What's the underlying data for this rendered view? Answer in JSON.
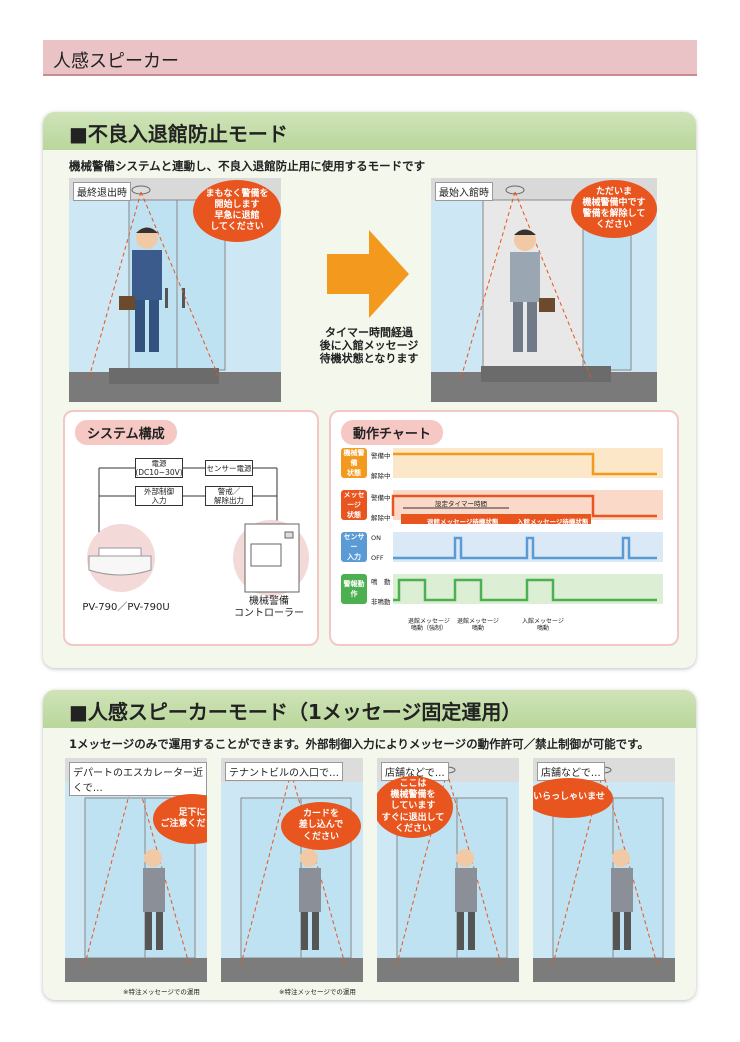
{
  "page_title": "人感スピーカー",
  "section1": {
    "heading": "■不良入退館防止モード",
    "lead": "機械警備システムと連動し、不良入退館防止用に使用するモードです",
    "scene_left": {
      "tag": "最終退出時",
      "bubble": "まもなく警備を\n開始します\n早急に退館\nしてください"
    },
    "scene_right": {
      "tag": "最始入館時",
      "bubble": "ただいま\n機械警備中です\n警備を解除して\nください"
    },
    "arrow_text": "タイマー時間経過\n後に入館メッセージ\n待機状態となります"
  },
  "system": {
    "label": "システム構成",
    "power": "電源\n(DC10~30V)",
    "sensor_power": "センサー電源",
    "ext_control": "外部制御\n入力",
    "alarm_out": "警戒／\n解除出力",
    "speaker_model": "PV-790／PV-790U",
    "controller": "機械警備\nコントローラー"
  },
  "chart": {
    "label": "動作チャート",
    "rows": [
      {
        "name": "機械警備\n状態",
        "color": "#f39a1e",
        "bg": "#fde7c9",
        "hi": "警備中",
        "lo": "解除中"
      },
      {
        "name": "メッセージ\n状態",
        "color": "#e8551e",
        "bg": "#fbd9c8",
        "hi": "警備中",
        "lo": "解除中"
      },
      {
        "name": "センサー\n入力",
        "color": "#5b9bd5",
        "bg": "#dbe9f6",
        "hi": "ON",
        "lo": "OFF"
      },
      {
        "name": "警報動作",
        "color": "#4caf50",
        "bg": "#dcefd5",
        "hi": "鳴　動",
        "lo": "非鳴動"
      }
    ],
    "timer_label": "設定タイマー時間",
    "wait_exit": "退館メッセージ待機状態",
    "wait_enter": "入館メッセージ待機状態",
    "ann1": "退館メッセージ\n鳴動（強制）",
    "ann2": "退館メッセージ\n鳴動",
    "ann3": "入館メッセージ\n鳴動"
  },
  "section2": {
    "heading": "■人感スピーカーモード（1メッセージ固定運用）",
    "lead": "1メッセージのみで運用することができます。外部制御入力によりメッセージの動作許可／禁止制御が可能です。",
    "scenes": [
      {
        "tag": "デパートのエスカレーター近くで…",
        "bubble": "足下に\nご注意ください",
        "note": "※特注メッセージでの運用"
      },
      {
        "tag": "テナントビルの入口で…",
        "bubble": "カードを\n差し込んで\nください",
        "note": "※特注メッセージでの運用"
      },
      {
        "tag": "店舗などで…",
        "bubble": "ここは\n機械警備を\nしています\nすぐに退出して\nください",
        "note": ""
      },
      {
        "tag": "店舗などで…",
        "bubble": "いらっしゃいませ",
        "note": ""
      }
    ]
  }
}
